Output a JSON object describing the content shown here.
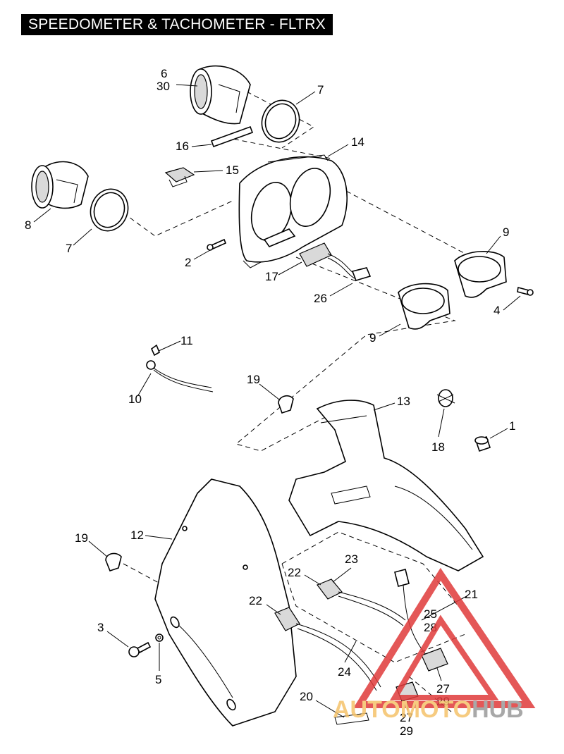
{
  "title": "SPEEDOMETER & TACHOMETER - FLTRX",
  "callouts": [
    {
      "key": "c6",
      "text": "6"
    },
    {
      "key": "c30",
      "text": "30"
    },
    {
      "key": "c7a",
      "text": "7"
    },
    {
      "key": "c16",
      "text": "16"
    },
    {
      "key": "c14",
      "text": "14"
    },
    {
      "key": "c15",
      "text": "15"
    },
    {
      "key": "c8",
      "text": "8"
    },
    {
      "key": "c7b",
      "text": "7"
    },
    {
      "key": "c2",
      "text": "2"
    },
    {
      "key": "c17",
      "text": "17"
    },
    {
      "key": "c26",
      "text": "26"
    },
    {
      "key": "c9a",
      "text": "9"
    },
    {
      "key": "c4",
      "text": "4"
    },
    {
      "key": "c9b",
      "text": "9"
    },
    {
      "key": "c11",
      "text": "11"
    },
    {
      "key": "c10",
      "text": "10"
    },
    {
      "key": "c19a",
      "text": "19"
    },
    {
      "key": "c13",
      "text": "13"
    },
    {
      "key": "c1",
      "text": "1"
    },
    {
      "key": "c18",
      "text": "18"
    },
    {
      "key": "c12",
      "text": "12"
    },
    {
      "key": "c19b",
      "text": "19"
    },
    {
      "key": "c22a",
      "text": "22"
    },
    {
      "key": "c23",
      "text": "23"
    },
    {
      "key": "c21",
      "text": "21"
    },
    {
      "key": "c22b",
      "text": "22"
    },
    {
      "key": "c25",
      "text": "25"
    },
    {
      "key": "c28",
      "text": "28"
    },
    {
      "key": "c3",
      "text": "3"
    },
    {
      "key": "c5",
      "text": "5"
    },
    {
      "key": "c24",
      "text": "24"
    },
    {
      "key": "c27a",
      "text": "27"
    },
    {
      "key": "c29a",
      "text": "29"
    },
    {
      "key": "c20",
      "text": "20"
    },
    {
      "key": "c27b",
      "text": "27"
    },
    {
      "key": "c29b",
      "text": "29"
    }
  ],
  "watermark": {
    "part1": "AUTOMOTO",
    "part2": "HUB",
    "color1": "#f5c36b",
    "color2": "#9a9a9a",
    "triangle_color": "#e03a3a"
  }
}
